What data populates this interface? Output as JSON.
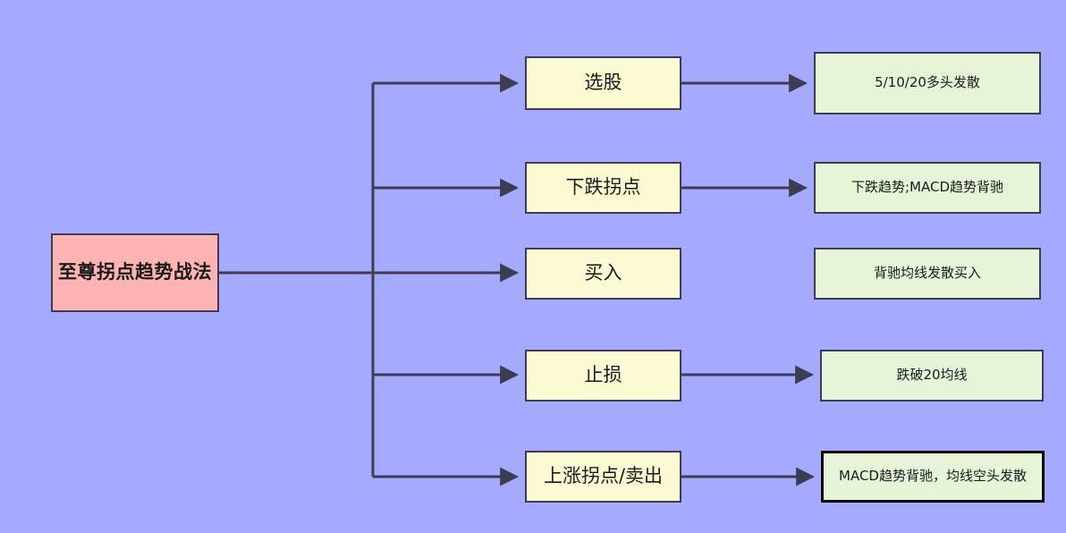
{
  "diagram": {
    "title_node": {
      "label": "至尊拐点趋势战法",
      "fill": "#ffb3b3",
      "stroke": "#3d3d52"
    },
    "colors": {
      "background": "#a5aaff",
      "stage_fill": "#fdfbd4",
      "detail_fill": "#e6f5d8",
      "border": "#3d3d52",
      "emphasis_border": "#000000",
      "connector": "#3d3d52"
    },
    "stages": [
      {
        "label": "选股"
      },
      {
        "label": "下跌拐点"
      },
      {
        "label": "买入"
      },
      {
        "label": "止损"
      },
      {
        "label": "上涨拐点/卖出"
      }
    ],
    "details": [
      {
        "label": "5/10/20多头发散",
        "emphasis": false,
        "has_arrow": true
      },
      {
        "label": "下跌趋势;MACD趋势背驰",
        "emphasis": false,
        "has_arrow": true
      },
      {
        "label": "背驰均线发散买入",
        "emphasis": false,
        "has_arrow": false
      },
      {
        "label": "跌破20均线",
        "emphasis": false,
        "has_arrow": true
      },
      {
        "label": "MACD趋势背驰，均线空头发散",
        "emphasis": true,
        "has_arrow": true
      }
    ]
  }
}
